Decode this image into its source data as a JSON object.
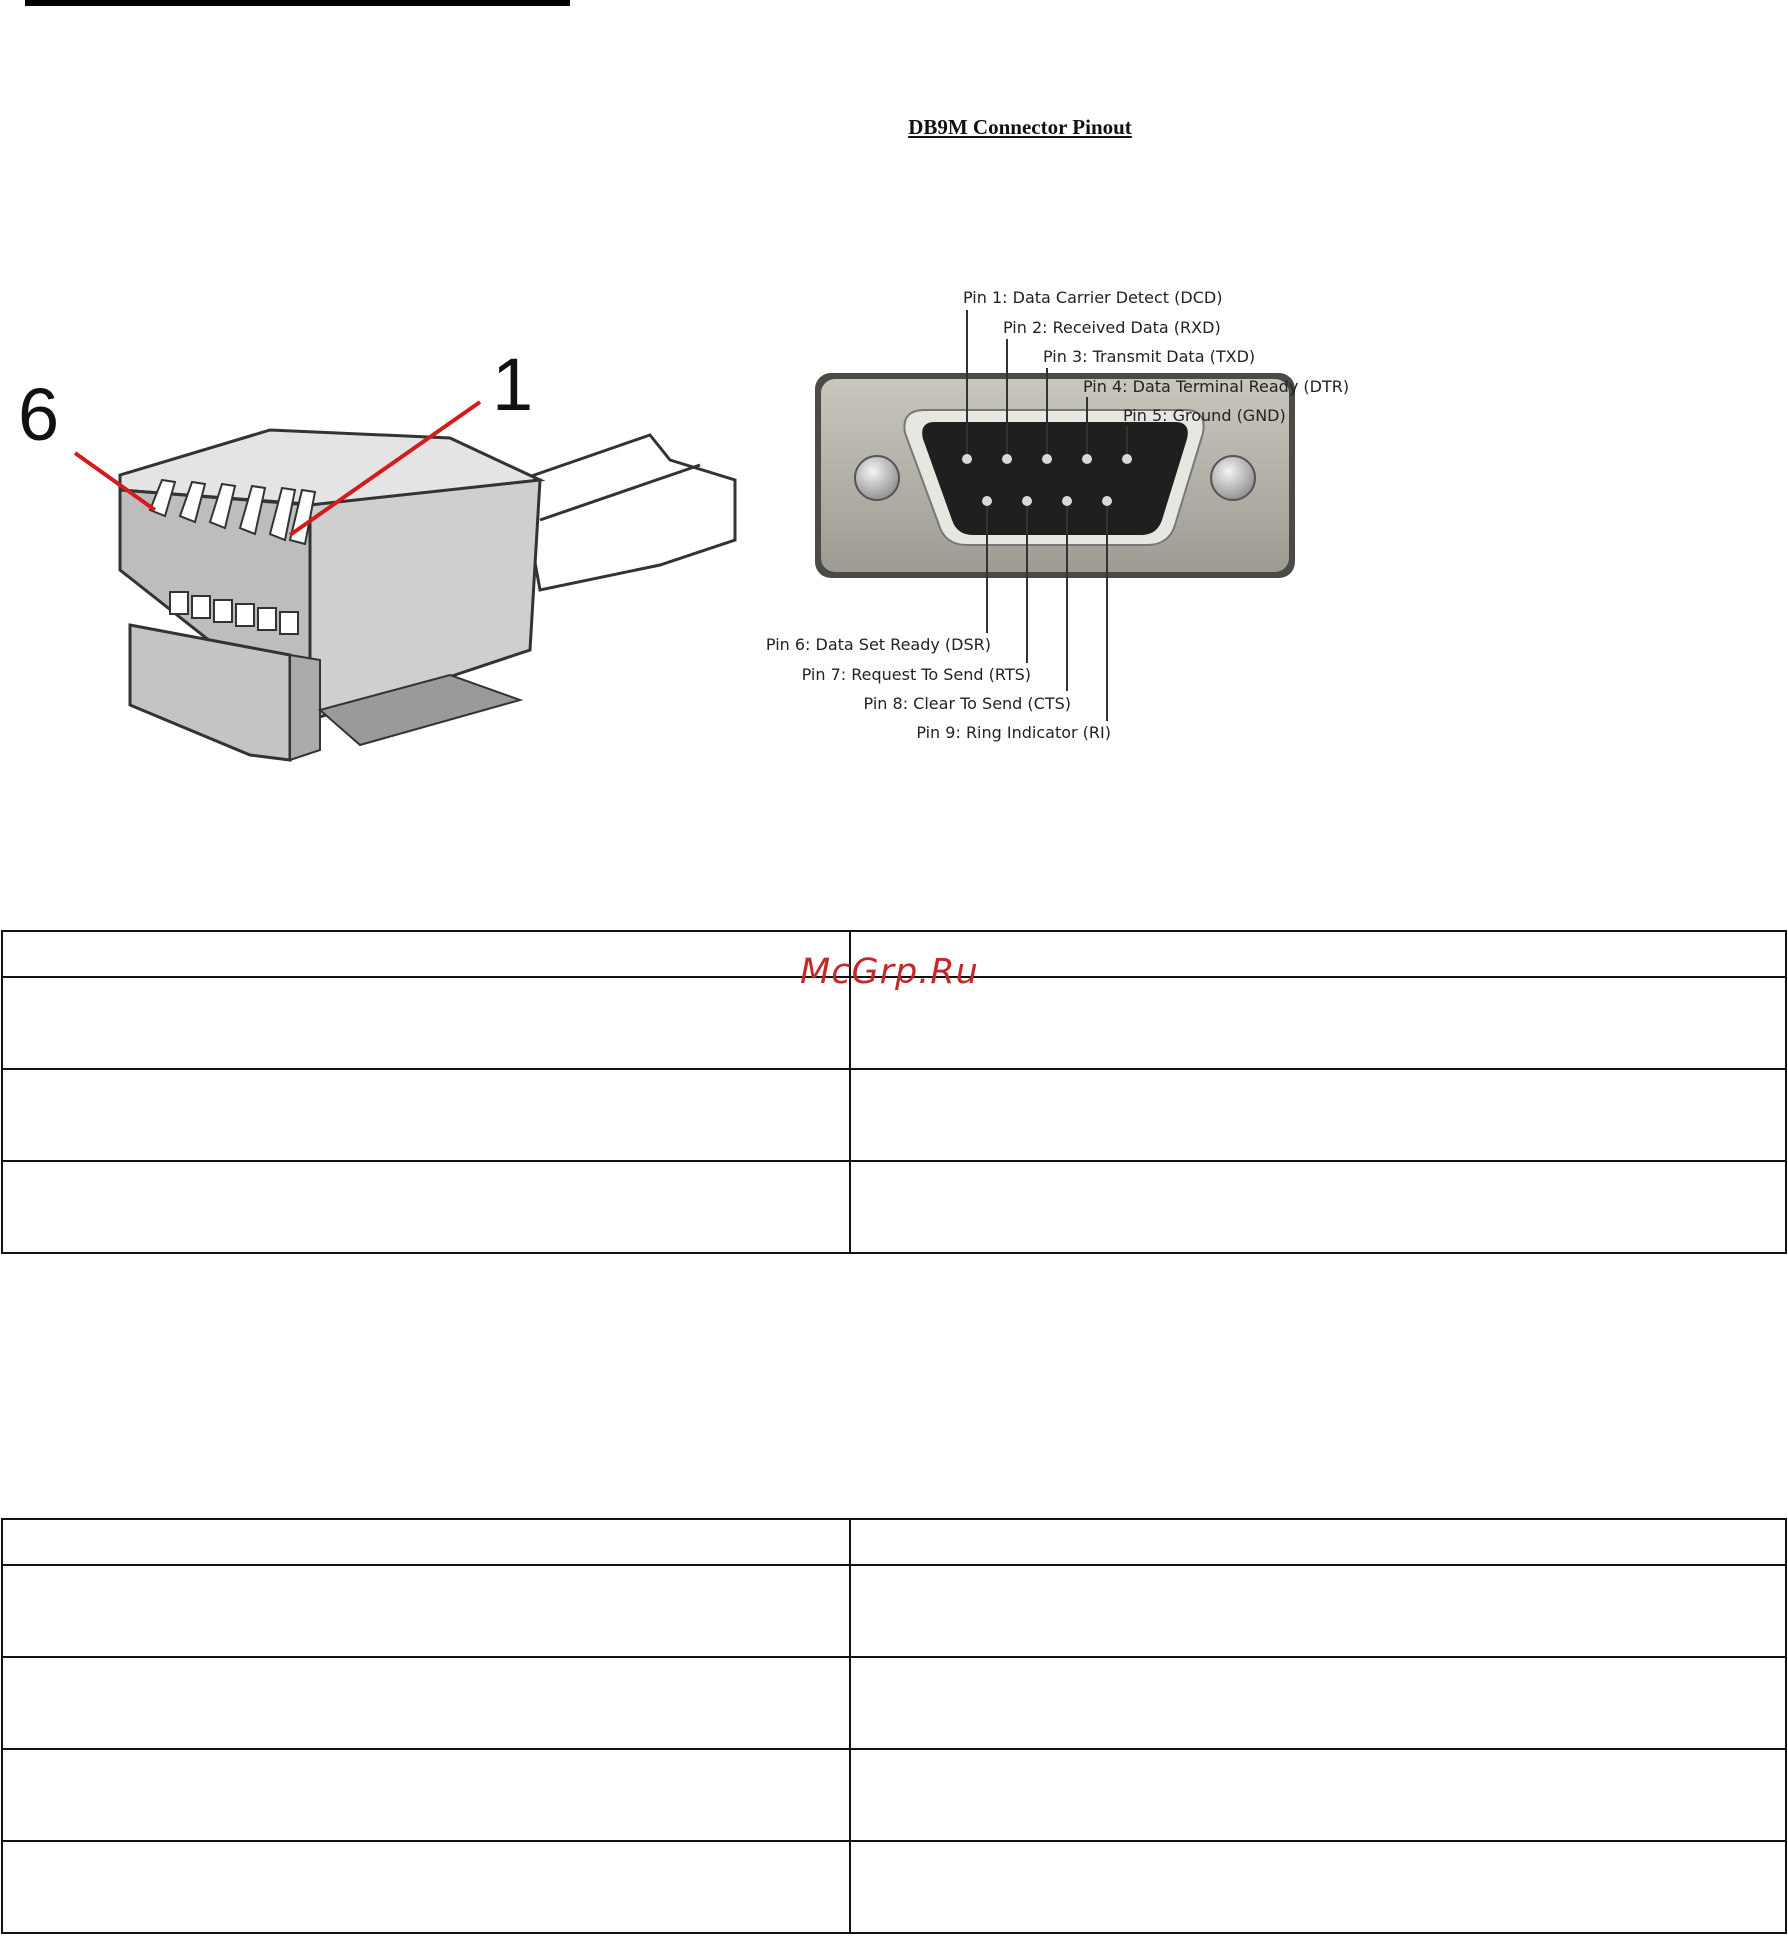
{
  "rj_connector": {
    "labels": [
      "6",
      "1"
    ],
    "leader_color": "#d41c1c"
  },
  "db9": {
    "title": "DB9M Connector Pinout",
    "top_pins": [
      "Pin 1: Data Carrier Detect (DCD)",
      "Pin 2: Received Data (RXD)",
      "Pin 3: Transmit Data (TXD)",
      "Pin 4: Data Terminal Ready (DTR)",
      "Pin 5: Ground (GND)"
    ],
    "bottom_pins": [
      "Pin 6: Data Set Ready (DSR)",
      "Pin 7: Request To Send (RTS)",
      "Pin 8: Clear To Send (CTS)",
      "Pin 9: Ring Indicator (RI)"
    ]
  },
  "watermark": "McGrp.Ru",
  "table1": {
    "rows": 4,
    "cols": 2
  },
  "table2": {
    "rows": 5,
    "cols": 2
  }
}
